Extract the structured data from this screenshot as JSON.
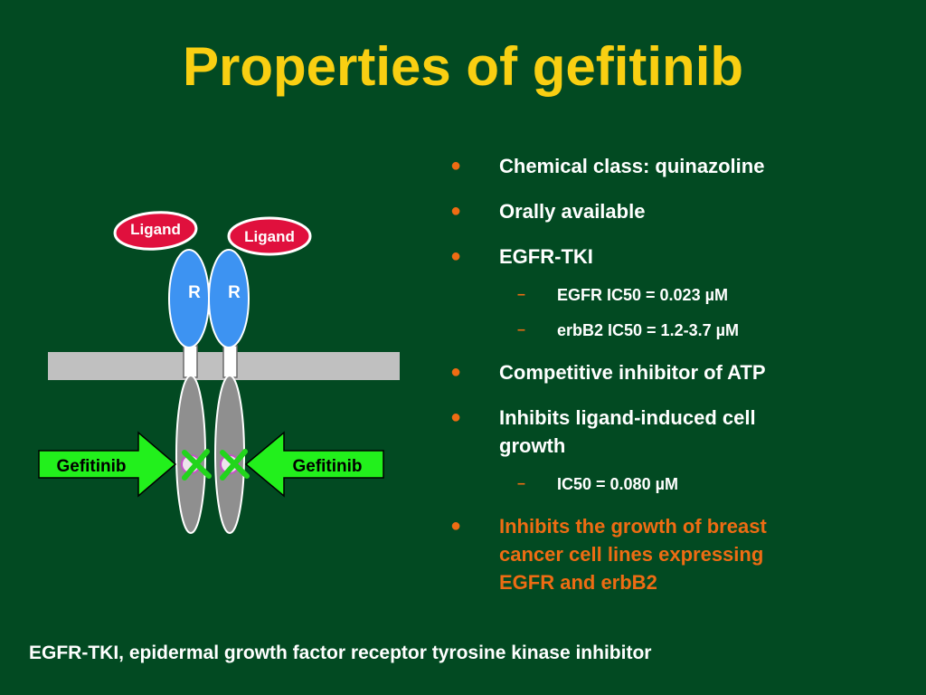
{
  "title": "Properties of gefitinib",
  "diagram": {
    "ligand_left": "Ligand",
    "ligand_right": "Ligand",
    "receptor_left": "R",
    "receptor_right": "R",
    "drug_left": "Gefitinib",
    "drug_right": "Gefitinib",
    "colors": {
      "ligand": "#e0103d",
      "receptor": "#3d93f2",
      "membrane": "#c0c0c0",
      "kinase": "#8f8f8f",
      "arrow": "#22f01c",
      "block_mark": "#22d51c"
    }
  },
  "bullets": [
    {
      "level": 1,
      "text": "Chemical class: quinazoline"
    },
    {
      "level": 1,
      "text": "Orally available"
    },
    {
      "level": 1,
      "text": "EGFR-TKI"
    },
    {
      "level": 2,
      "text": "EGFR IC50 = 0.023 µM"
    },
    {
      "level": 2,
      "text": "erbB2 IC50 = 1.2-3.7 µM"
    },
    {
      "level": 1,
      "text": "Competitive inhibitor of ATP"
    },
    {
      "level": 1,
      "text": "Inhibits ligand-induced cell growth"
    },
    {
      "level": 2,
      "text": "IC50 = 0.080 µM"
    },
    {
      "level": 1,
      "text": "Inhibits the growth of breast cancer cell lines expressing EGFR and erbB2",
      "highlight": true
    }
  ],
  "bullet_marks": {
    "level1": "●",
    "level2": "–"
  },
  "footnote": "EGFR-TKI, epidermal growth factor receptor tyrosine kinase inhibitor",
  "colors": {
    "background": "#024a22",
    "title": "#f9cf12",
    "text": "#ffffff",
    "accent": "#ee6c13"
  }
}
